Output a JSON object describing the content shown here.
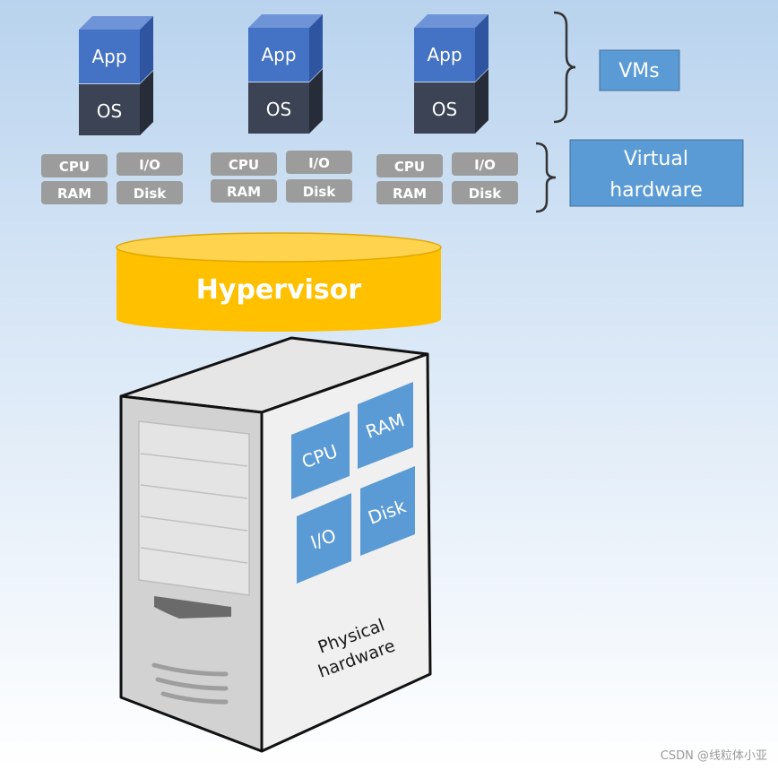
{
  "vms": [
    {
      "app": "App",
      "os": "OS",
      "hardware": {
        "cpu": "CPU",
        "io": "I/O",
        "ram": "RAM",
        "disk": "Disk"
      }
    },
    {
      "app": "App",
      "os": "OS",
      "hardware": {
        "cpu": "CPU",
        "io": "I/O",
        "ram": "RAM",
        "disk": "Disk"
      }
    },
    {
      "app": "App",
      "os": "OS",
      "hardware": {
        "cpu": "CPU",
        "io": "I/O",
        "ram": "RAM",
        "disk": "Disk"
      }
    }
  ],
  "labels": {
    "vms": "VMs",
    "virtual_hardware_line1": "Virtual",
    "virtual_hardware_line2": "hardware"
  },
  "hypervisor": "Hypervisor",
  "server": {
    "cpu": "CPU",
    "ram": "RAM",
    "io": "I/O",
    "disk": "Disk",
    "label_line1": "Physical",
    "label_line2": "hardware"
  },
  "watermark": "CSDN @线粒体小亚",
  "colors": {
    "app_blue": "#4472c4",
    "os_dark": "#3b4354",
    "chip_gray": "#9c9c9c",
    "label_blue": "#5b9bd5",
    "hypervisor_yellow": "#ffc000",
    "server_panel_blue": "#5b9bd5"
  }
}
